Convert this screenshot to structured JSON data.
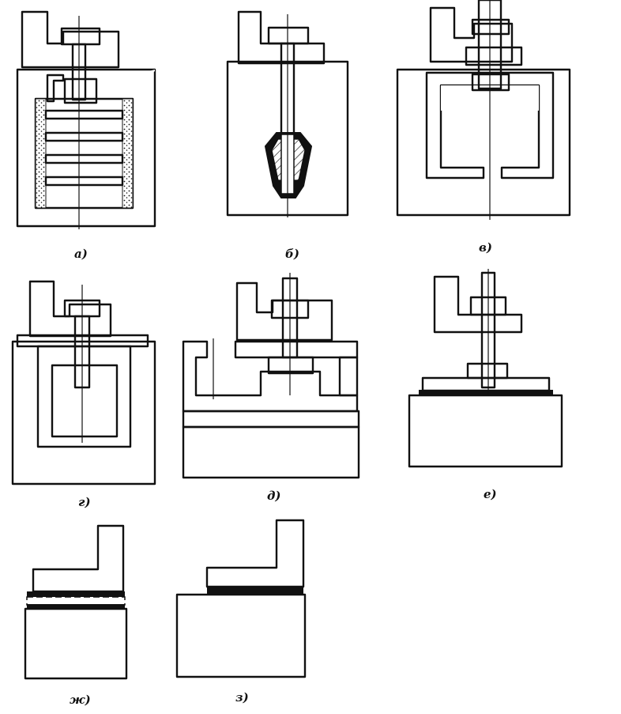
{
  "figure": {
    "panels": [
      {
        "id": "a",
        "label": "а)"
      },
      {
        "id": "b",
        "label": "б)"
      },
      {
        "id": "v",
        "label": "в)"
      },
      {
        "id": "g",
        "label": "г)"
      },
      {
        "id": "d",
        "label": "д)"
      },
      {
        "id": "e",
        "label": "е)"
      },
      {
        "id": "zh",
        "label": "ж)"
      },
      {
        "id": "z",
        "label": "з)"
      }
    ]
  }
}
